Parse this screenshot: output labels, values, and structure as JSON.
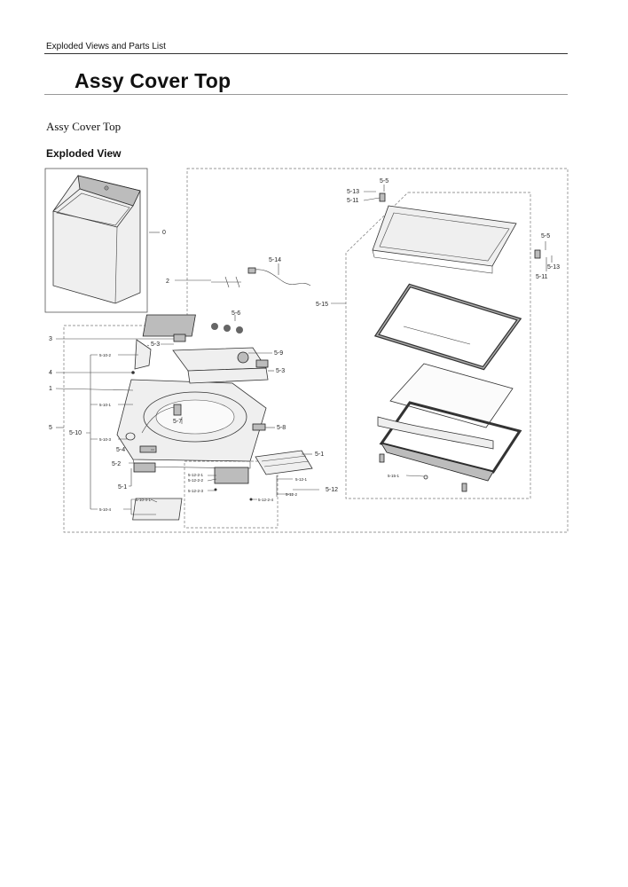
{
  "header": {
    "section_title": "Exploded Views and Parts List"
  },
  "page": {
    "title": "Assy Cover Top",
    "subtitle": "Assy Cover Top",
    "section_heading": "Exploded View"
  },
  "callouts": {
    "c0": "0",
    "c1": "1",
    "c2": "2",
    "c3": "3",
    "c4": "4",
    "c5": "5",
    "c5_1a": "5-1",
    "c5_1b": "5-1",
    "c5_2": "5-2",
    "c5_3a": "5-3",
    "c5_3b": "5-3",
    "c5_4": "5-4",
    "c5_5a": "5-5",
    "c5_5b": "5-5",
    "c5_6": "5-6",
    "c5_7": "5-7",
    "c5_8": "5-8",
    "c5_9": "5-9",
    "c5_10": "5-10",
    "c5_10_1": "5-10-1",
    "c5_10_2": "5-10-2",
    "c5_10_3": "5-10-3",
    "c5_10_4": "5-10-4",
    "c5_10_4_1": "5-10-4-1",
    "c5_11a": "5-11",
    "c5_11b": "5-11",
    "c5_12": "5-12",
    "c5_12_1": "5-12-1",
    "c5_12_2": "5-12-2",
    "c5_12_2_1": "5-12-2-1",
    "c5_12_2_2": "5-12-2-2",
    "c5_12_2_3": "5-12-2-3",
    "c5_12_2_4": "5-12-2-4",
    "c5_13a": "5-13",
    "c5_13b": "5-13",
    "c5_14": "5-14",
    "c5_15": "5-15",
    "c5_15_1": "5-15-1"
  }
}
